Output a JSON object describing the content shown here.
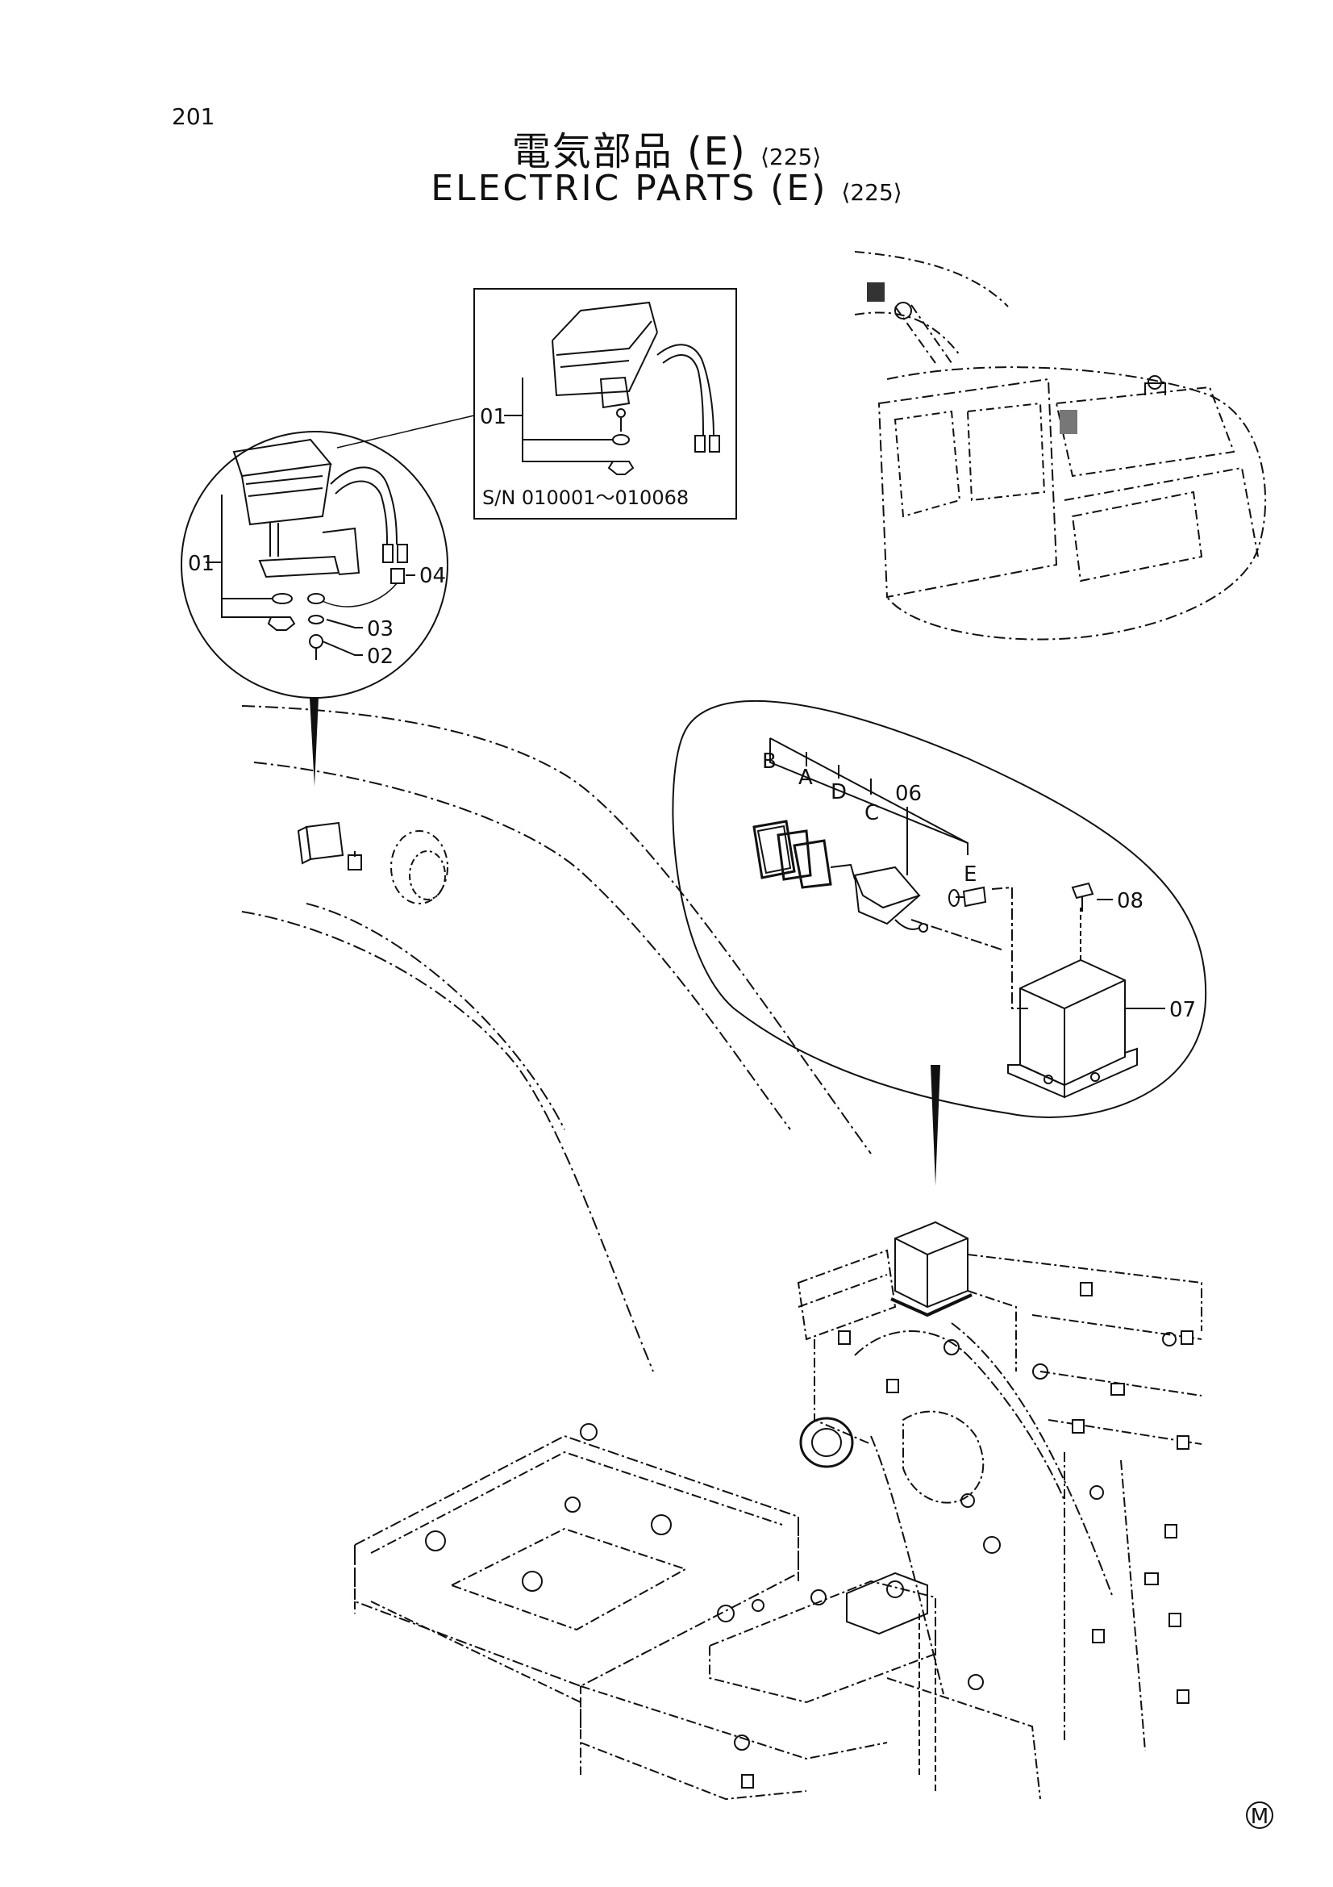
{
  "page_number": "201",
  "title_jp": "電気部品 (E)",
  "title_jp_suffix": "⟨225⟩",
  "title_en": "ELECTRIC PARTS (E)",
  "title_en_suffix": "⟨225⟩",
  "inset_serial": "S/N 010001～010068",
  "labels": {
    "p01_inset": "01",
    "p01": "01",
    "p02": "02",
    "p03": "03",
    "p04": "04",
    "p06": "06",
    "p07": "07",
    "p08": "08",
    "A": "A",
    "B": "B",
    "C": "C",
    "D": "D",
    "E": "E"
  },
  "corner_mark": "M"
}
